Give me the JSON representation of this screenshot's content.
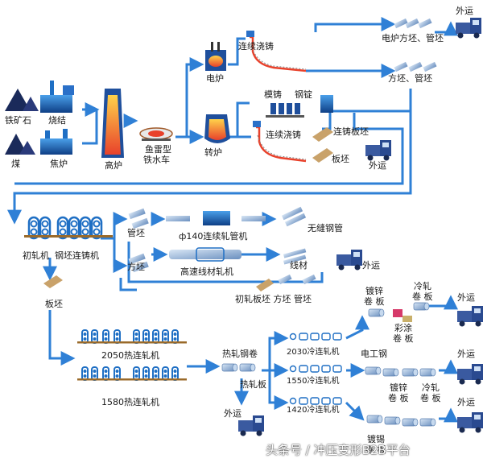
{
  "colors": {
    "flow": "#2f80d6",
    "equip": "#1f6fc4",
    "equip_dark": "#0e3f86",
    "furnace_hot": "#e8412b",
    "ore": "#1a2a5a",
    "billet": "#c9a26a",
    "roller": "#9a6a2a",
    "truck": "#3a5aa0"
  },
  "icons": {
    "truck": "truck-icon",
    "furnace": "furnace-icon",
    "mill": "rolling-mill-icon",
    "product": "steel-product-icon"
  },
  "labels": {
    "iron_ore": "铁矿石",
    "sinter": "烧结",
    "coal": "煤",
    "coke_oven": "焦炉",
    "blast_furnace": "高炉",
    "torpedo_car_1": "鱼雷型",
    "torpedo_car_2": "铁水车",
    "electric_furnace": "电炉",
    "converter": "转炉",
    "continuous_casting_1": "连续浇铸",
    "ingot_casting": "模铸",
    "ingot": "钢锭",
    "continuous_casting_2": "连续浇铸",
    "cc_slab": "连铸板坯",
    "slab_right": "板坯",
    "export_top": "外运",
    "ef_billet_tube": "电炉方坯、管坯",
    "billet_tube": "方坯、管坯",
    "export_mid": "外运",
    "roughing_mill": "初轧机",
    "billet_caster": "钢坯连铸机",
    "tube_billet": "管坯",
    "square_billet": "方坯",
    "slab_left": "板坯",
    "phi140_mill": "ф140连续轧管机",
    "seamless_pipe": "无缝钢管",
    "wire_mill": "高速线材轧机",
    "wire_rod": "线材",
    "export_wire": "外运",
    "rolled_products": "初轧板坯 方坯 管坯",
    "hot_mill_2050": "2050热连轧机",
    "hot_mill_1580": "1580热连轧机",
    "hot_coil": "热轧钢卷",
    "hot_plate": "热轧板",
    "export_hot": "外运",
    "cold_2030": "2030冷连轧机",
    "cold_1550": "1550冷连轧机",
    "cold_1420": "1420冷连轧机",
    "galv_1_a": "镀锌",
    "galv_1_b": "卷 板",
    "color_1": "彩涂",
    "color_2": "卷 板",
    "cold_coil_a": "冷轧",
    "cold_coil_b": "卷 板",
    "export_r1": "外运",
    "electrical_steel": "电工钢",
    "galv_2_a": "镀锌",
    "galv_2_b": "卷 板",
    "cold_2_a": "冷轧",
    "cold_2_b": "卷 板",
    "export_r2": "外运",
    "tin_a": "镀锡",
    "tin_b": "卷 板",
    "export_r3": "外运"
  },
  "watermark": "头条号 / 冲压变形B2B平台"
}
